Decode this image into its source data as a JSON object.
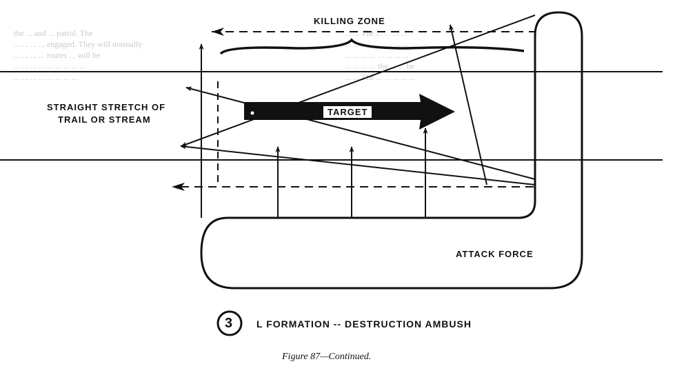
{
  "diagram": {
    "labels": {
      "killing_zone": "KILLING ZONE",
      "straight_stretch_line1": "STRAIGHT STRETCH OF",
      "straight_stretch_line2": "TRAIL OR STREAM",
      "target": "TARGET",
      "attack_force": "ATTACK FORCE",
      "circle_number": "3",
      "formation_title": "L FORMATION -- DESTRUCTION AMBUSH"
    },
    "caption": "Figure 87—Continued."
  },
  "background_text": {
    "left_column": [
      "the ... and ... patrol. The",
      "... ... ... ... engaged. They will normally",
      "... ... ... ... routes ... will be",
      "... ... ... ... ... ... ... ... ...",
      "... ... ... ... ... ... ... ..."
    ],
    "right_column": [
      "... ... The ... ... ... ...",
      "... ... ... ... ... ... ... ...",
      "... ... ... ... ... ... ... ...",
      "... ... ... ... the ... ... be",
      "... ... The ... ... ... ... ..."
    ]
  },
  "colors": {
    "ink": "#111111",
    "background": "#ffffff",
    "bleed_through": "#c9c9c9"
  }
}
